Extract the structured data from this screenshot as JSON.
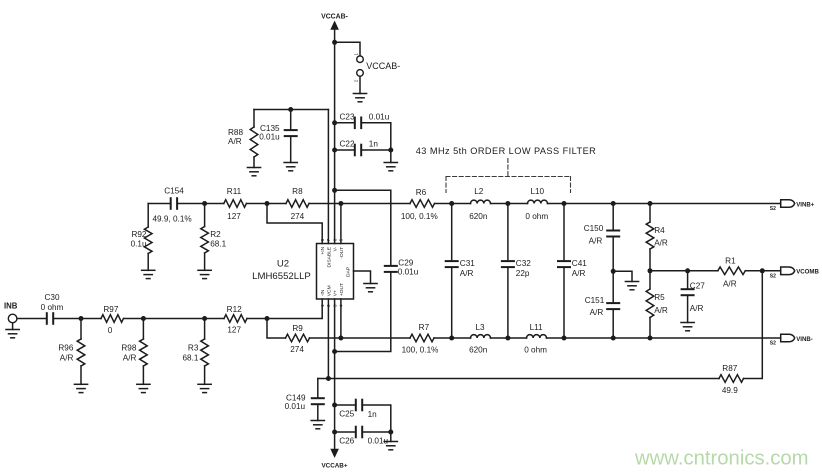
{
  "banner": "43 MHz 5th ORDER LOW PASS FILTER",
  "watermark": "www.cntronics.com",
  "watermark_color": "#b5d9a8",
  "ink_color": "#1c1c1c",
  "power": {
    "top_label": "VCCAB-",
    "connector_label": "VCCAB-",
    "connector_pin1": "1",
    "connector_pin2": "2",
    "bottom_label": "VCCAB+"
  },
  "input_port": "INB",
  "ic": {
    "ref": "U2",
    "part": "LMH6552LLP",
    "pad": "DAP",
    "top_pins": [
      {
        "name": "+IN",
        "num": "8"
      },
      {
        "name": "DISABLE",
        "num": "7"
      },
      {
        "name": "V-",
        "num": "6"
      },
      {
        "name": "-OUT",
        "num": "5"
      }
    ],
    "bottom_pins": [
      {
        "name": "-IN",
        "num": "1"
      },
      {
        "name": "VCM",
        "num": "2"
      },
      {
        "name": "V+",
        "num": "3"
      },
      {
        "name": "+OUT",
        "num": "4"
      }
    ]
  },
  "ports": [
    {
      "ref": "S2",
      "name": "VINB+"
    },
    {
      "ref": "S2",
      "name": "VCOMB"
    },
    {
      "ref": "S2",
      "name": "VINB-"
    }
  ],
  "components": {
    "R88": {
      "ref": "R88",
      "value": "A/R"
    },
    "C135": {
      "ref": "C135",
      "value": "0.01u"
    },
    "C23": {
      "ref": "C23",
      "value": "0.01u"
    },
    "C22": {
      "ref": "C22",
      "value": "1n"
    },
    "C154": {
      "ref": "C154",
      "value": "49.9, 0.1%"
    },
    "R92": {
      "ref": "R92",
      "value": "0.1u"
    },
    "R2": {
      "ref": "R2",
      "value": "68.1"
    },
    "R11": {
      "ref": "R11",
      "value": "127"
    },
    "R8": {
      "ref": "R8",
      "value": "274"
    },
    "R6": {
      "ref": "R6",
      "value": "100, 0.1%"
    },
    "L2": {
      "ref": "L2",
      "value": "620n"
    },
    "L10": {
      "ref": "L10",
      "value": "0 ohm"
    },
    "C29": {
      "ref": "C29",
      "value": "0.01u"
    },
    "C31": {
      "ref": "C31",
      "value": "A/R"
    },
    "C32": {
      "ref": "C32",
      "value": "22p"
    },
    "C41": {
      "ref": "C41",
      "value": "A/R"
    },
    "C150": {
      "ref": "C150",
      "value": "A/R"
    },
    "C151": {
      "ref": "C151",
      "value": "A/R"
    },
    "R4": {
      "ref": "R4",
      "value": "A/R"
    },
    "R5": {
      "ref": "R5",
      "value": "A/R"
    },
    "C27": {
      "ref": "C27",
      "value": "A/R"
    },
    "R1": {
      "ref": "R1",
      "value": "A/R"
    },
    "R87": {
      "ref": "R87",
      "value": "49.9"
    },
    "C30": {
      "ref": "C30",
      "value": "0 ohm"
    },
    "R97": {
      "ref": "R97",
      "value": "0"
    },
    "R96": {
      "ref": "R96",
      "value": "A/R"
    },
    "R98": {
      "ref": "R98",
      "value": "A/R"
    },
    "R3": {
      "ref": "R3",
      "value": "68.1"
    },
    "R12": {
      "ref": "R12",
      "value": "127"
    },
    "R9": {
      "ref": "R9",
      "value": "274"
    },
    "R7": {
      "ref": "R7",
      "value": "100, 0.1%"
    },
    "L3": {
      "ref": "L3",
      "value": "620n"
    },
    "L11": {
      "ref": "L11",
      "value": "0 ohm"
    },
    "C149": {
      "ref": "C149",
      "value": "0.01u"
    },
    "C25": {
      "ref": "C25",
      "value": "1n"
    },
    "C26": {
      "ref": "C26",
      "value": "0.01u"
    }
  }
}
